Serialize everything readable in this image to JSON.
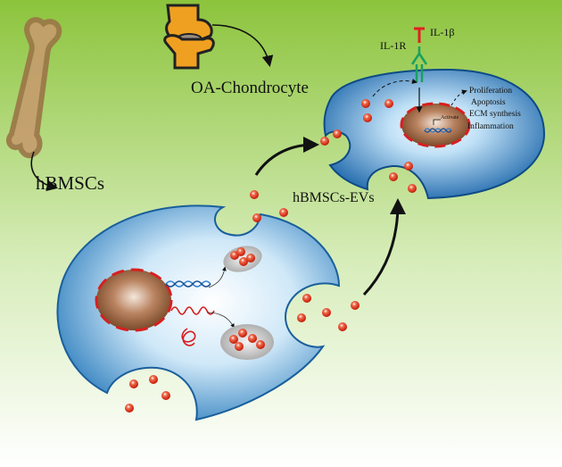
{
  "labels": {
    "source_cell": "hBMSCs",
    "target_cell": "OA-Chondrocyte",
    "vesicles": "hBMSCs-EVs",
    "ligand": "IL-1β",
    "receptor": "IL-1R",
    "activate": "Activate",
    "effects": [
      "Proliferation",
      "Apoptosis",
      "ECM synthesis",
      "Inflammation"
    ]
  },
  "colors": {
    "background_top": "#8cc43c",
    "background_bottom": "#ffffff",
    "cell_light": "#d9eefa",
    "cell_dark": "#1f6fb2",
    "nucleus": "#a26a42",
    "nucleus_border": "#d62020",
    "vesicle": "#e3341c",
    "bone": "#c69c6d",
    "knee": "#f0a020",
    "ligand": "#e02020",
    "receptor": "#1aa060",
    "dna_blue": "#2f7fd0",
    "rna_red": "#d61e1e"
  },
  "icons": [
    "femur-bone-icon",
    "knee-joint-icon",
    "dna-helix-icon",
    "rna-strand-icon",
    "receptor-icon",
    "ligand-icon"
  ]
}
